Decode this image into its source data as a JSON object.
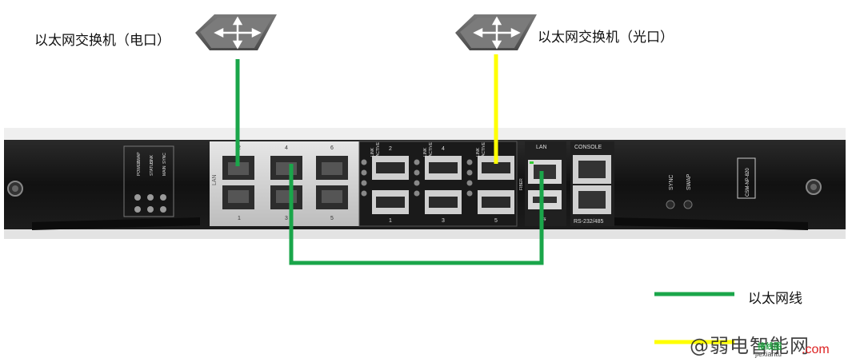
{
  "labels": {
    "switch_electrical": "以太网交换机（电口）",
    "switch_optical": "以太网交换机（光口）"
  },
  "legend": {
    "green_label": "以太网线",
    "green_color": "#1aa64a",
    "yellow_color": "#ffff00"
  },
  "watermark": {
    "text": "@弱电智能网",
    "sub1": "接线图",
    "sub2": "jiexiantu",
    "sub3": ".com"
  },
  "panel": {
    "model": "CSM-NP-820",
    "led_labels": [
      "POWER",
      "SWAP",
      "STATUS",
      "LINK",
      "MAIN",
      "SYNC"
    ],
    "rj45_group_label": "LAN",
    "rj45_top_numbers": [
      "2",
      "4",
      "6"
    ],
    "rj45_bottom_numbers": [
      "1",
      "3",
      "5"
    ],
    "sfp_led_labels": [
      "LINK",
      "ACTIVE"
    ],
    "sfp_top_numbers": [
      "2",
      "4",
      "6"
    ],
    "sfp_bottom_numbers": [
      "1",
      "3",
      "5"
    ],
    "lan_label": "LAN",
    "fiber_label": "FIBER",
    "usb_label": "⇆",
    "console_label": "CONSOLE",
    "rs_label": "RS-232/485",
    "sync_label": "SYNC",
    "swap_label": "SWAP"
  }
}
